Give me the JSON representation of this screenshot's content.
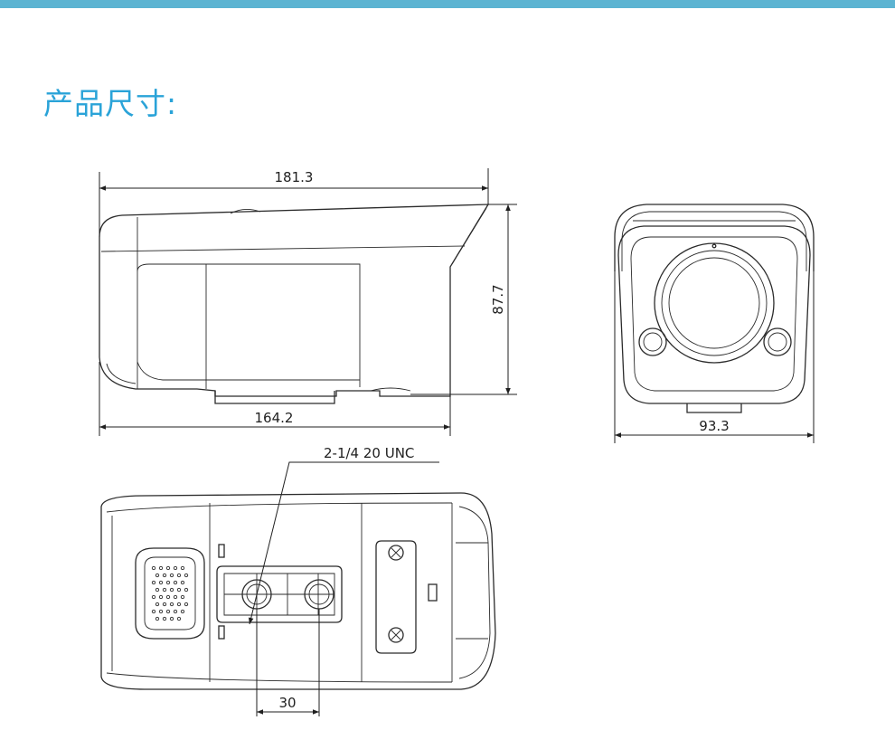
{
  "header": {
    "title": "产品尺寸:",
    "accent_color": "#5cb4d2",
    "title_color": "#2aa3d8"
  },
  "dimensions": {
    "total_length": "181.3",
    "height": "87.7",
    "body_length": "164.2",
    "width": "93.3",
    "mount_spacing": "30"
  },
  "annotations": {
    "thread": "2-1/4 20 UNC"
  }
}
